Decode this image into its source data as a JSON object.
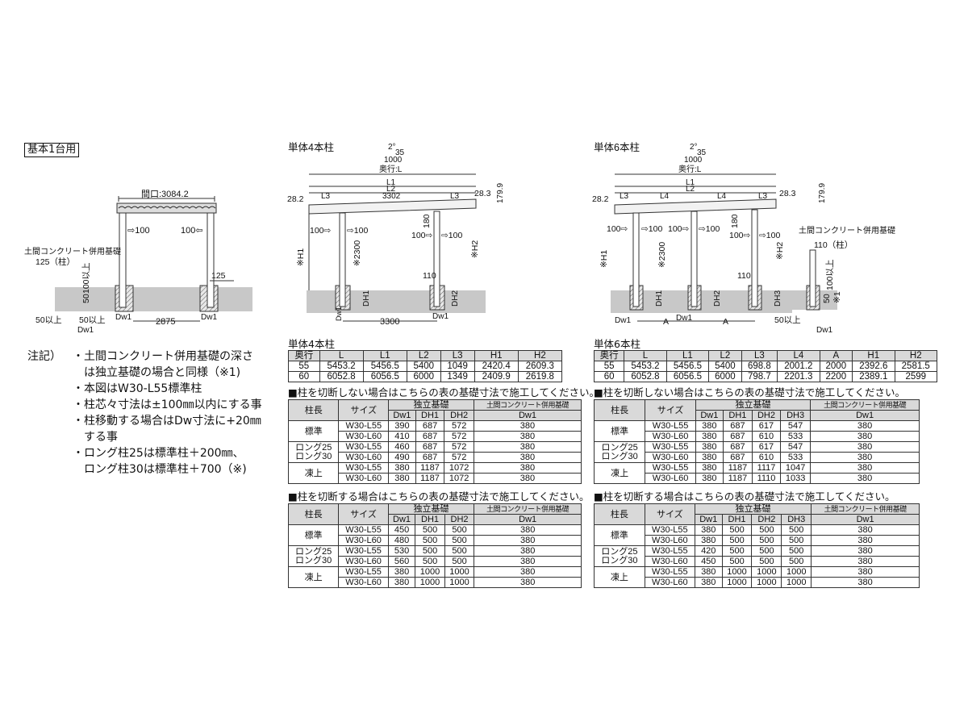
{
  "header": {
    "badge": "基本1台用"
  },
  "basic_diagram": {
    "span_label": "間口:3084.2",
    "arrow_left": "⇨100",
    "arrow_right": "100⇦",
    "found_label": "土間コンクリート併用基礎",
    "post_label": "125（柱）",
    "min100": "100以上",
    "d50": "50",
    "d125": "125",
    "below50_left": "50以上",
    "below50_right": "50以上",
    "dw_center": "Dw1",
    "dw_bottom": "Dw1",
    "dw_right": "Dw1",
    "width": "2875"
  },
  "four_post_diagram": {
    "title": "単体4本柱",
    "angle": "2°",
    "angle_val": "35",
    "depth_1000": "1000",
    "okuyuki": "奥行:L",
    "l1": "L1",
    "l2": "L2",
    "l3_left": "L3",
    "l3_right": "L3",
    "mid": "3302",
    "left_28": "28.2",
    "right_28": "28.3",
    "right_179": "179.9",
    "arrow_l": "100⇨",
    "arrow_r": "⇨100",
    "arrow_l2": "100⇨",
    "arrow_r2": "⇨100",
    "h1": "※H1",
    "h2300": "※2300",
    "h180": "180",
    "h2": "※H2",
    "d110": "110",
    "dh1": "DH1",
    "dh2": "DH2",
    "dw1a": "Dw1",
    "dw1b": "Dw1",
    "width": "3300"
  },
  "six_post_diagram": {
    "title": "単体6本柱",
    "angle": "2°",
    "angle_val": "35",
    "depth_1000": "1000",
    "okuyuki": "奥行:L",
    "l1": "L1",
    "l2": "L2",
    "l3_left": "L3",
    "l4_left": "L4",
    "l4_right": "L4",
    "l3_right": "L3",
    "left_28": "28.2",
    "right_28": "28.3",
    "right_179": "179.9",
    "a1": "100⇨",
    "a2": "⇨100",
    "a3": "100⇨",
    "a4": "⇨100",
    "a5": "100⇨",
    "a6": "⇨100",
    "h1": "※H1",
    "h2300": "※2300",
    "h180": "180",
    "h2": "※H2",
    "d110": "110",
    "dh1": "DH1",
    "dh2": "DH2",
    "dh3": "DH3",
    "dw_a": "Dw1",
    "dw_b": "Dw1",
    "dim_a1": "A",
    "dim_a2": "A",
    "found_label": "土間コンクリート併用基礎",
    "post_label": "110（柱）",
    "min100": "100以上",
    "d50": "50",
    "x1": "※1",
    "below50": "50以上",
    "dw_c": "Dw1"
  },
  "notes": {
    "lead": "注記）",
    "bullet": "・",
    "items": [
      {
        "line1": "土間コンクリート併用基礎の深さ",
        "line2": "は独立基礎の場合と同様（※1)"
      },
      {
        "line1": "本図はW30-L55標準柱",
        "line2": ""
      },
      {
        "line1": "柱芯々寸法は±100㎜以内にする事",
        "line2": ""
      },
      {
        "line1": "柱移動する場合はDw寸法に+20㎜",
        "line2": "する事"
      },
      {
        "line1": "ロング柱25は標準柱＋200㎜、",
        "line2": "ロング柱30は標準柱＋700（※)"
      }
    ]
  },
  "four_post_tables": {
    "dims_title": "単体4本柱",
    "dims_headers": [
      "奥行",
      "L",
      "L1",
      "L2",
      "L3",
      "H1",
      "H2"
    ],
    "dims_rows": [
      [
        "55",
        "5453.2",
        "5456.5",
        "5400",
        "1049",
        "2420.4",
        "2609.3"
      ],
      [
        "60",
        "6052.8",
        "6056.5",
        "6000",
        "1349",
        "2409.9",
        "2619.8"
      ]
    ],
    "uncut": {
      "title": "■柱を切断しない場合はこちらの表の基礎寸法で施工してください。",
      "col_length": "柱長",
      "col_size": "サイズ",
      "col_indep": "独立基礎",
      "col_doma": "土間コンクリート併用基礎",
      "sub": [
        "Dw1",
        "DH1",
        "DH2",
        "Dw1"
      ],
      "groups": [
        {
          "label": "標準",
          "rows": [
            [
              "W30-L55",
              "390",
              "687",
              "572",
              "380"
            ],
            [
              "W30-L60",
              "410",
              "687",
              "572",
              "380"
            ]
          ]
        },
        {
          "label": "ロング25\nロング30",
          "rows": [
            [
              "W30-L55",
              "460",
              "687",
              "572",
              "380"
            ],
            [
              "W30-L60",
              "490",
              "687",
              "572",
              "380"
            ]
          ]
        },
        {
          "label": "凍上",
          "rows": [
            [
              "W30-L55",
              "380",
              "1187",
              "1072",
              "380"
            ],
            [
              "W30-L60",
              "380",
              "1187",
              "1072",
              "380"
            ]
          ]
        }
      ]
    },
    "cut": {
      "title": "■柱を切断する場合はこちらの表の基礎寸法で施工してください。",
      "col_length": "柱長",
      "col_size": "サイズ",
      "col_indep": "独立基礎",
      "col_doma": "土間コンクリート併用基礎",
      "sub": [
        "Dw1",
        "DH1",
        "DH2",
        "Dw1"
      ],
      "groups": [
        {
          "label": "標準",
          "rows": [
            [
              "W30-L55",
              "450",
              "500",
              "500",
              "380"
            ],
            [
              "W30-L60",
              "480",
              "500",
              "500",
              "380"
            ]
          ]
        },
        {
          "label": "ロング25\nロング30",
          "rows": [
            [
              "W30-L55",
              "530",
              "500",
              "500",
              "380"
            ],
            [
              "W30-L60",
              "560",
              "500",
              "500",
              "380"
            ]
          ]
        },
        {
          "label": "凍上",
          "rows": [
            [
              "W30-L55",
              "380",
              "1000",
              "1000",
              "380"
            ],
            [
              "W30-L60",
              "380",
              "1000",
              "1000",
              "380"
            ]
          ]
        }
      ]
    }
  },
  "six_post_tables": {
    "dims_title": "単体6本柱",
    "dims_headers": [
      "奥行",
      "L",
      "L1",
      "L2",
      "L3",
      "L4",
      "A",
      "H1",
      "H2"
    ],
    "dims_rows": [
      [
        "55",
        "5453.2",
        "5456.5",
        "5400",
        "698.8",
        "2001.2",
        "2000",
        "2392.6",
        "2581.5"
      ],
      [
        "60",
        "6052.8",
        "6056.5",
        "6000",
        "798.7",
        "2201.3",
        "2200",
        "2389.1",
        "2599"
      ]
    ],
    "uncut": {
      "title": "■柱を切断しない場合はこちらの表の基礎寸法で施工してください。",
      "col_length": "柱長",
      "col_size": "サイズ",
      "col_indep": "独立基礎",
      "col_doma": "土間コンクリート併用基礎",
      "sub": [
        "Dw1",
        "DH1",
        "DH2",
        "DH3",
        "Dw1"
      ],
      "groups": [
        {
          "label": "標準",
          "rows": [
            [
              "W30-L55",
              "380",
              "687",
              "617",
              "547",
              "380"
            ],
            [
              "W30-L60",
              "380",
              "687",
              "610",
              "533",
              "380"
            ]
          ]
        },
        {
          "label": "ロング25\nロング30",
          "rows": [
            [
              "W30-L55",
              "380",
              "687",
              "617",
              "547",
              "380"
            ],
            [
              "W30-L60",
              "380",
              "687",
              "610",
              "533",
              "380"
            ]
          ]
        },
        {
          "label": "凍上",
          "rows": [
            [
              "W30-L55",
              "380",
              "1187",
              "1117",
              "1047",
              "380"
            ],
            [
              "W30-L60",
              "380",
              "1187",
              "1110",
              "1033",
              "380"
            ]
          ]
        }
      ]
    },
    "cut": {
      "title": "■柱を切断する場合はこちらの表の基礎寸法で施工してください。",
      "col_length": "柱長",
      "col_size": "サイズ",
      "col_indep": "独立基礎",
      "col_doma": "土間コンクリート併用基礎",
      "sub": [
        "Dw1",
        "DH1",
        "DH2",
        "DH3",
        "Dw1"
      ],
      "groups": [
        {
          "label": "標準",
          "rows": [
            [
              "W30-L55",
              "380",
              "500",
              "500",
              "500",
              "380"
            ],
            [
              "W30-L60",
              "380",
              "500",
              "500",
              "500",
              "380"
            ]
          ]
        },
        {
          "label": "ロング25\nロング30",
          "rows": [
            [
              "W30-L55",
              "420",
              "500",
              "500",
              "500",
              "380"
            ],
            [
              "W30-L60",
              "450",
              "500",
              "500",
              "500",
              "380"
            ]
          ]
        },
        {
          "label": "凍上",
          "rows": [
            [
              "W30-L55",
              "380",
              "1000",
              "1000",
              "1000",
              "380"
            ],
            [
              "W30-L60",
              "380",
              "1000",
              "1000",
              "1000",
              "380"
            ]
          ]
        }
      ]
    }
  }
}
